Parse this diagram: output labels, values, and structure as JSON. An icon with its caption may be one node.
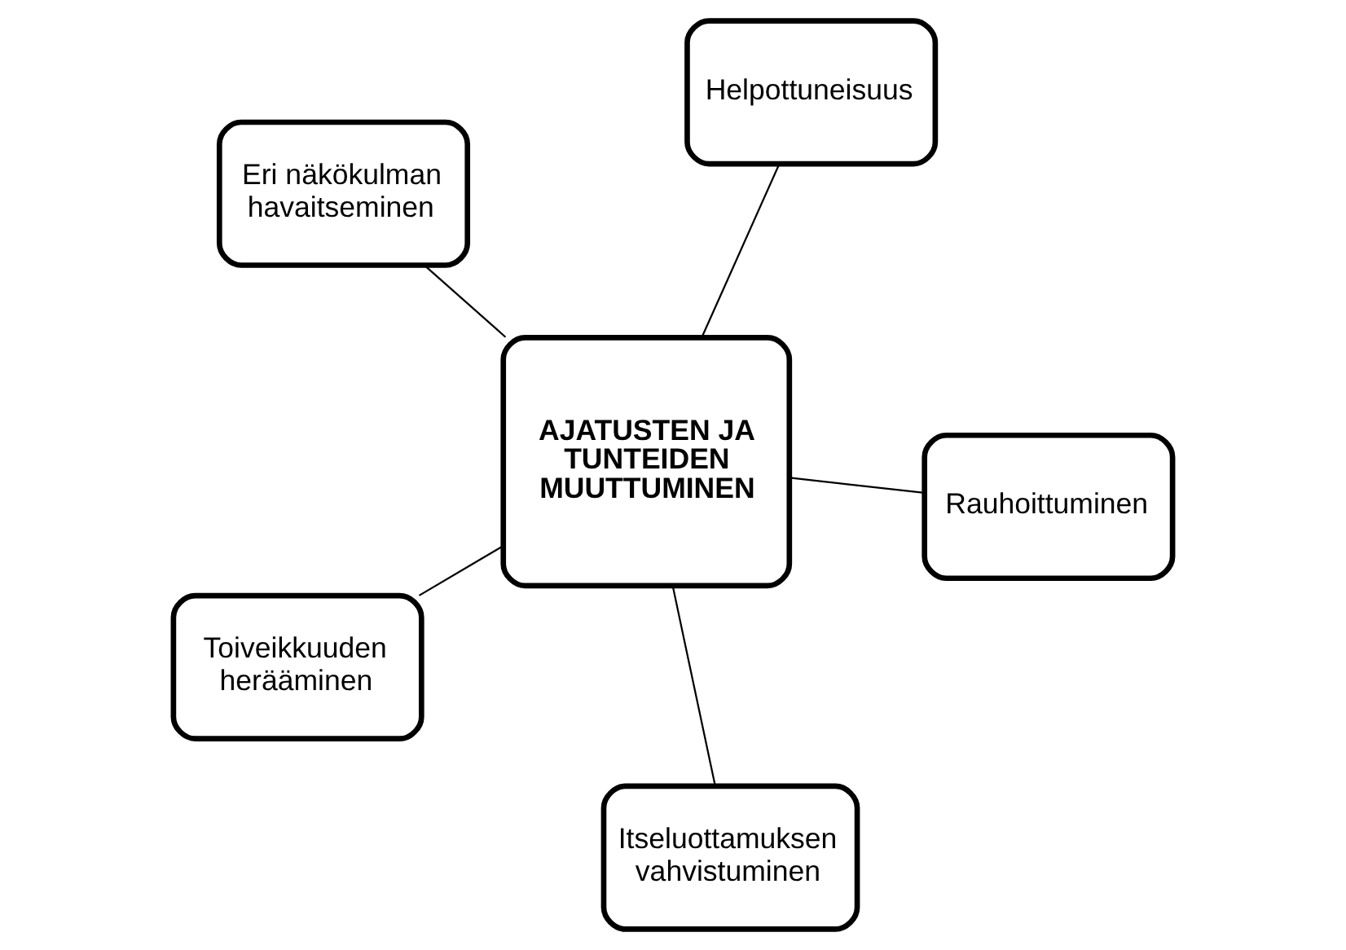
{
  "diagram": {
    "nodes": [
      {
        "text": [
          "Eri näkökulman havaitseminen"
        ]
      },
      {
        "text": [
          "Rauhoittuminen"
        ]
      },
      {
        "text": [
          "Itseluottamuksen vahvistuminen"
        ]
      },
      {
        "text": [
          "AJATUSTEN JA TUNTEIDEN MUUTTUMINEN"
        ]
      },
      {
        "text": [
          "Helpottuneisuus"
        ]
      },
      {
        "text": [
          "Toiveikkuuden herääminen"
        ]
      }
    ],
    "edges": [
      {
        "from": 3,
        "to": 0,
        "arrow": "none"
      },
      {
        "from": 3,
        "to": 1,
        "arrow": "none"
      },
      {
        "from": 3,
        "to": 2,
        "arrow": "none"
      },
      {
        "from": 3,
        "to": 4,
        "arrow": "none"
      },
      {
        "from": 3,
        "to": 5,
        "arrow": "none"
      }
    ]
  }
}
